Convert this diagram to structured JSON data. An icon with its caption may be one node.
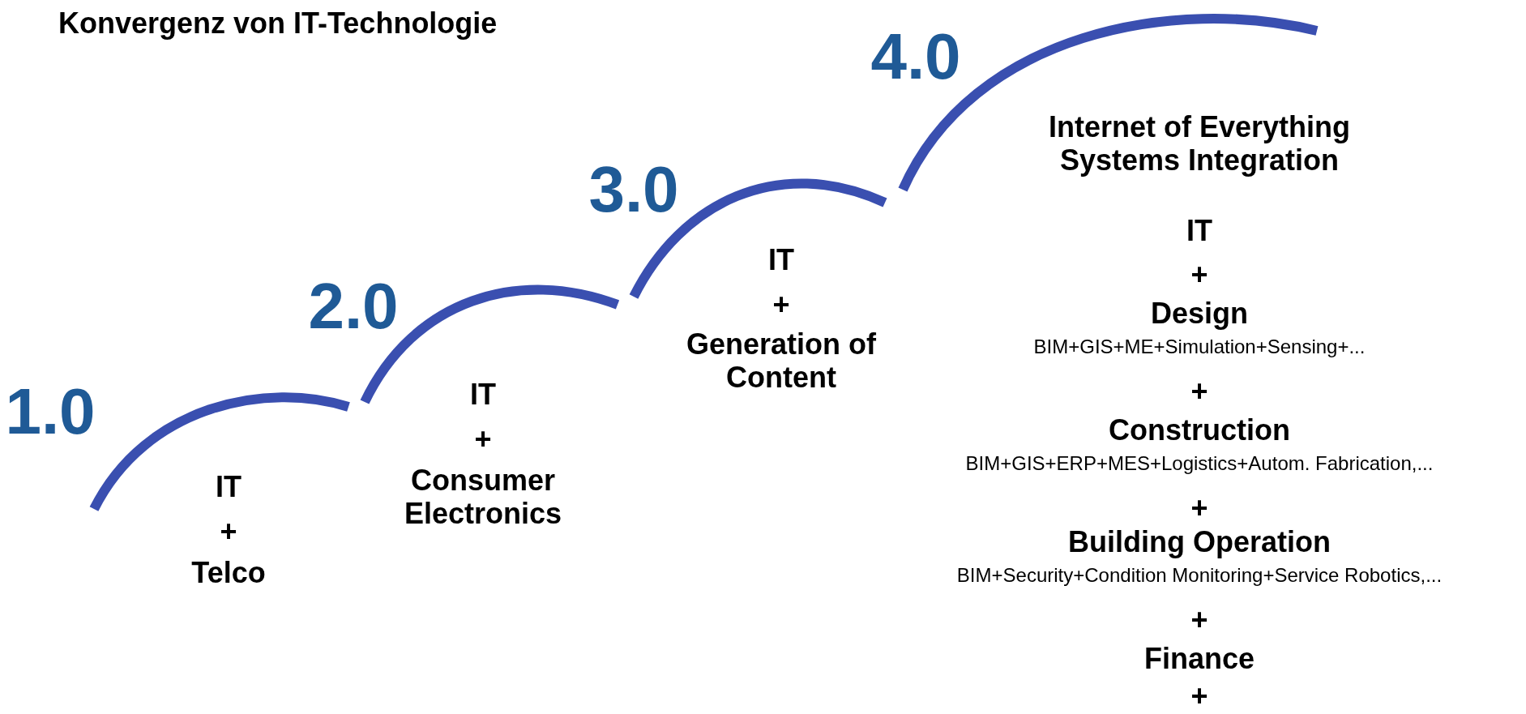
{
  "diagram": {
    "title": "Konvergenz von IT-Technologie",
    "labels": [
      "1.0",
      "IT",
      "+",
      "Telco",
      "2.0",
      "IT",
      "+",
      "Consumer Electronics",
      "3.0",
      "IT",
      "+",
      "Generation of Content",
      "4.0",
      "Internet of Everything Systems Integration",
      "IT",
      "+",
      "Design",
      "BIM+GIS+ME+Simulation+Sensing+...",
      "+",
      "Construction",
      "BIM+GIS+ERP+MES+Logistics+Autom. Fabrication,...",
      "+",
      "Building Operation",
      "BIM+Security+Condition Monitoring+Service Robotics,...",
      "+",
      "Finance",
      "+"
    ]
  }
}
